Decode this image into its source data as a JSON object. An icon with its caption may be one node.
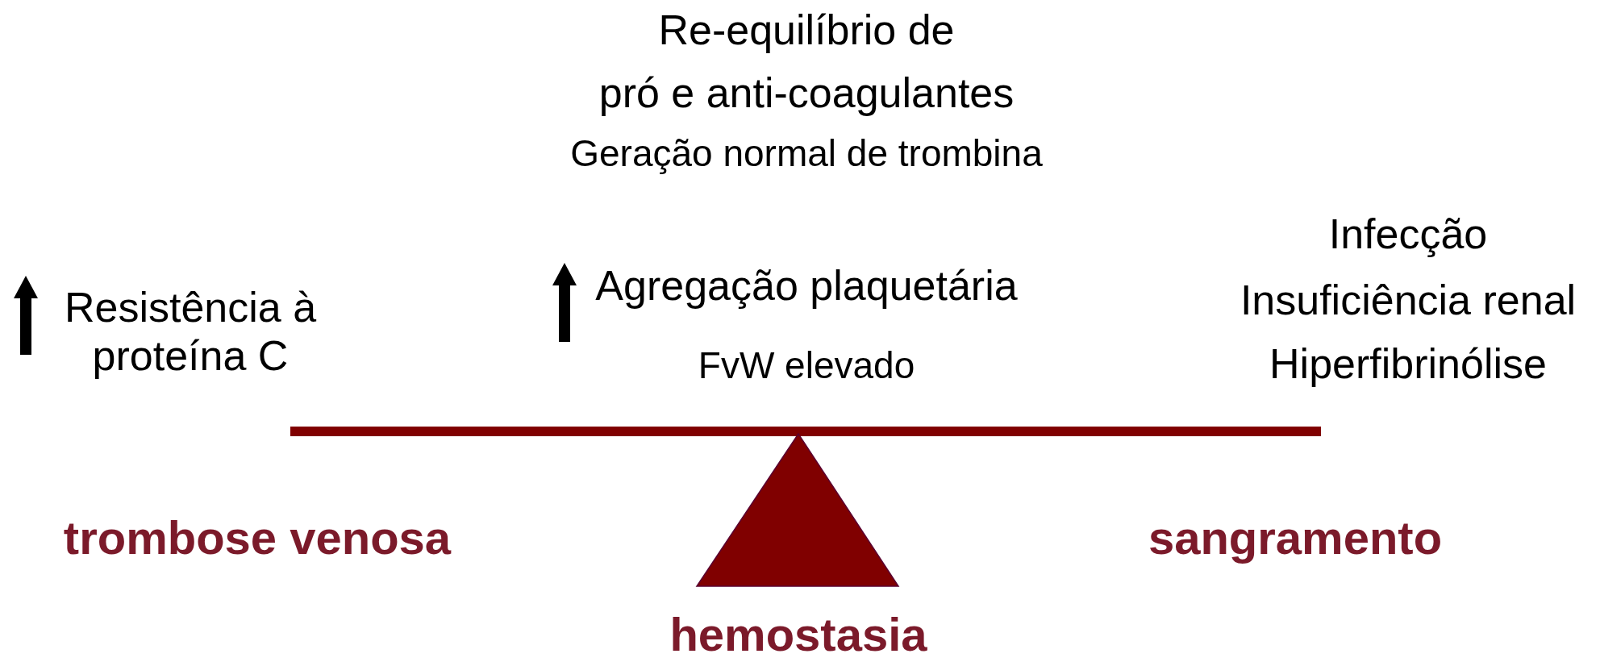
{
  "diagram": {
    "labels": [
      "Re-equilíbrio de",
      "pró e anti-coagulantes",
      "Geração normal de trombina",
      "Infecção",
      "Resistência à proteína C",
      "Agregação plaquetária",
      "Insuficiência renal",
      "FvW elevado",
      "Hiperfibrinólise",
      "trombose venosa",
      "sangramento",
      "hemostasia"
    ]
  }
}
